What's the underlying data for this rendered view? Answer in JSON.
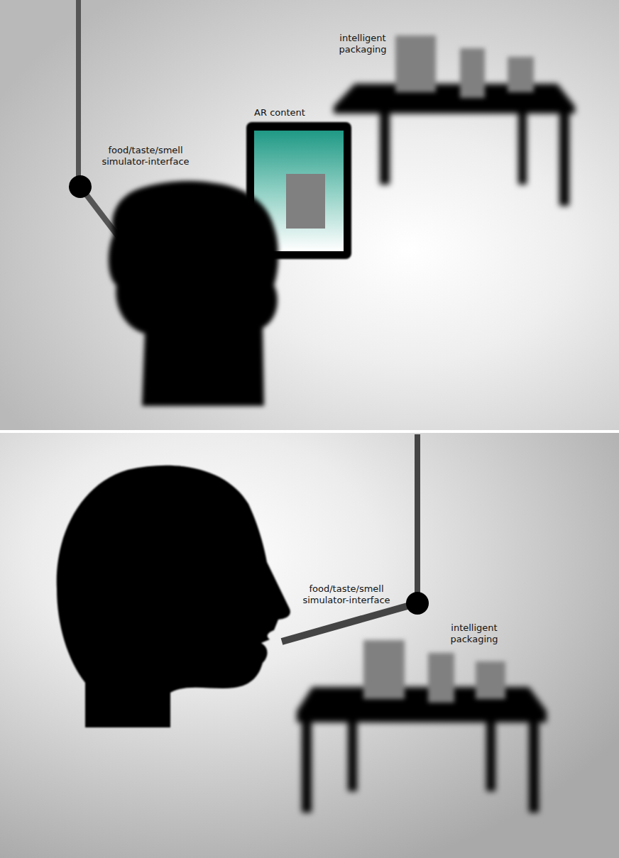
{
  "diagram": {
    "labels": [
      "intelligent packaging",
      "AR content",
      "food/taste/smell simulator-interface",
      "food/taste/smell simulator-interface",
      "intelligent packaging"
    ]
  }
}
